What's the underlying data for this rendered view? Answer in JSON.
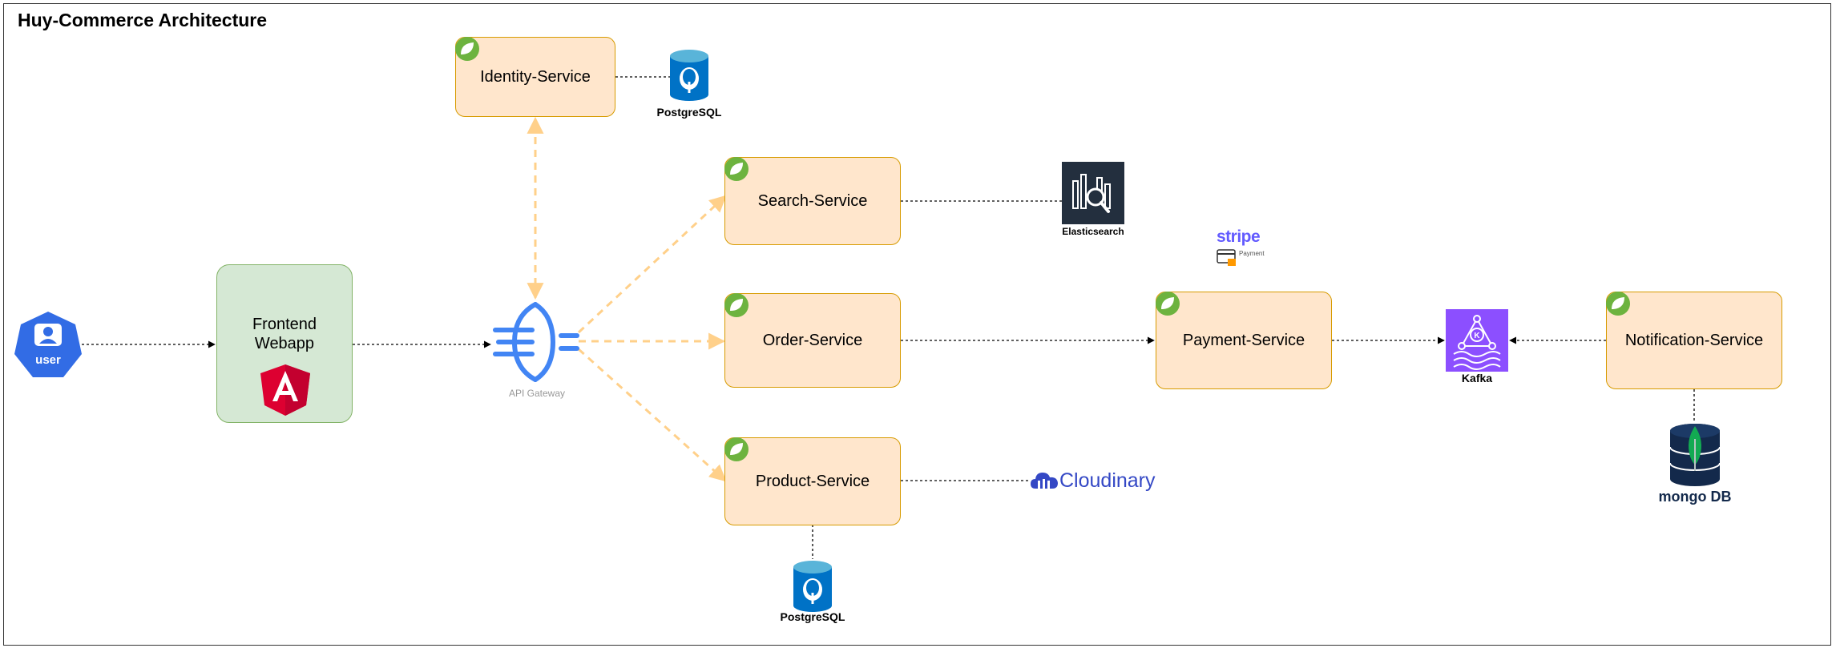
{
  "title": "Huy-Commerce Architecture",
  "user": {
    "label": "user"
  },
  "frontend": {
    "label": "Frontend\nWebapp"
  },
  "gateway": {
    "label": "API Gateway"
  },
  "services": {
    "identity": "Identity-Service",
    "search": "Search-Service",
    "order": "Order-Service",
    "product": "Product-Service",
    "payment": "Payment-Service",
    "notification": "Notification-Service"
  },
  "stores": {
    "postgres_identity": "PostgreSQL",
    "postgres_product": "PostgreSQL",
    "elasticsearch": "Elasticsearch",
    "cloudinary": "Cloudinary",
    "kafka": "Kafka",
    "stripe_brand": "stripe",
    "stripe_sub": "Payment",
    "mongo": "mongo DB"
  },
  "colors": {
    "service_fill": "#ffe6cc",
    "service_border": "#d79b00",
    "frontend_fill": "#d5e8d4",
    "frontend_border": "#82b366",
    "gateway_blue": "#4285f4",
    "dashed_connector": "#ffd08a",
    "kafka_purple": "#8c4fff",
    "angular_red": "#dd0031",
    "elastic_dark": "#232f3e",
    "postgres_blue": "#0072c6",
    "stripe_purple": "#635bff",
    "cloudinary_blue": "#3448c5",
    "mongo_navy": "#13294b",
    "mongo_green": "#13aa52",
    "user_blue": "#326ce5",
    "spring_green": "#6db33f"
  }
}
